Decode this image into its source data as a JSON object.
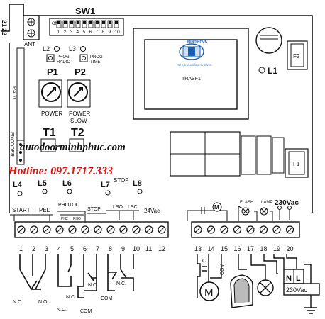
{
  "board": {
    "dip_switch": {
      "title": "SW1",
      "on_label": "ON",
      "numbers": [
        "1",
        "2",
        "3",
        "4",
        "5",
        "6",
        "7",
        "8",
        "9",
        "10"
      ]
    },
    "antenna": {
      "label": "ANT",
      "terminals": [
        "21",
        "22"
      ]
    },
    "leds_top": {
      "l2": "L2",
      "l3": "L3",
      "l1": "L1"
    },
    "prog": {
      "radio": [
        "PROG",
        "RADIO"
      ],
      "time": [
        "PROG",
        "TIME"
      ]
    },
    "pushbuttons": {
      "p1": "P1",
      "p2": "P2"
    },
    "pots": {
      "power": [
        "POWER"
      ],
      "power_slow": [
        "POWER",
        "SLOW"
      ]
    },
    "triacs": {
      "t1": "T1",
      "t2": "T2"
    },
    "transformer": {
      "label": "TRASF1"
    },
    "fuses": {
      "f1": "F1",
      "f2": "F2"
    },
    "side_labels": {
      "rad1": "RAD1",
      "encoder": "ENCODER"
    },
    "leds_row": {
      "l4": "L4",
      "l5": "L5",
      "l6": "L6",
      "l7": "L7",
      "l8": "L8",
      "stop": "STOP"
    },
    "logo": {
      "text_line1": "MINH PHUC",
      "text_line2": "TỰ ĐỘNG & CÔNG TY ĐÁNG"
    },
    "left_block": {
      "labels": {
        "start": "START",
        "ped": "PED",
        "photoc": "PHOTOC",
        "ph2": "PH2",
        "pho": "PHO",
        "stop": "STOP",
        "lso": "LSO",
        "lsc": "LSC",
        "vac24": "24Vac"
      },
      "terminal_numbers": [
        "1",
        "2",
        "3",
        "4",
        "5",
        "6",
        "7",
        "8",
        "9",
        "10",
        "11",
        "12"
      ]
    },
    "right_block": {
      "labels": {
        "flash": "FLASH",
        "lamp": "LAMP",
        "vac230": "230Vac"
      },
      "terminal_numbers": [
        "13",
        "14",
        "15",
        "16",
        "17",
        "18",
        "19",
        "20"
      ]
    }
  },
  "wiring": {
    "no_left": "N.O.",
    "no_right": "N.O.",
    "nc_a": "N.C.",
    "nc_b": "N.C.",
    "com_a": "COM",
    "nc_c": "N.C.",
    "com_b": "COM",
    "nc_d": "N.C.",
    "motor_c": "C",
    "motor_com": "COM",
    "motor_symbol": "M",
    "supply": {
      "n": "N",
      "l": "L",
      "voltage": "230Vac"
    }
  },
  "watermark": {
    "site": "autodoorminhphuc.com",
    "hotline": "Hotline: 097.1717.333"
  }
}
